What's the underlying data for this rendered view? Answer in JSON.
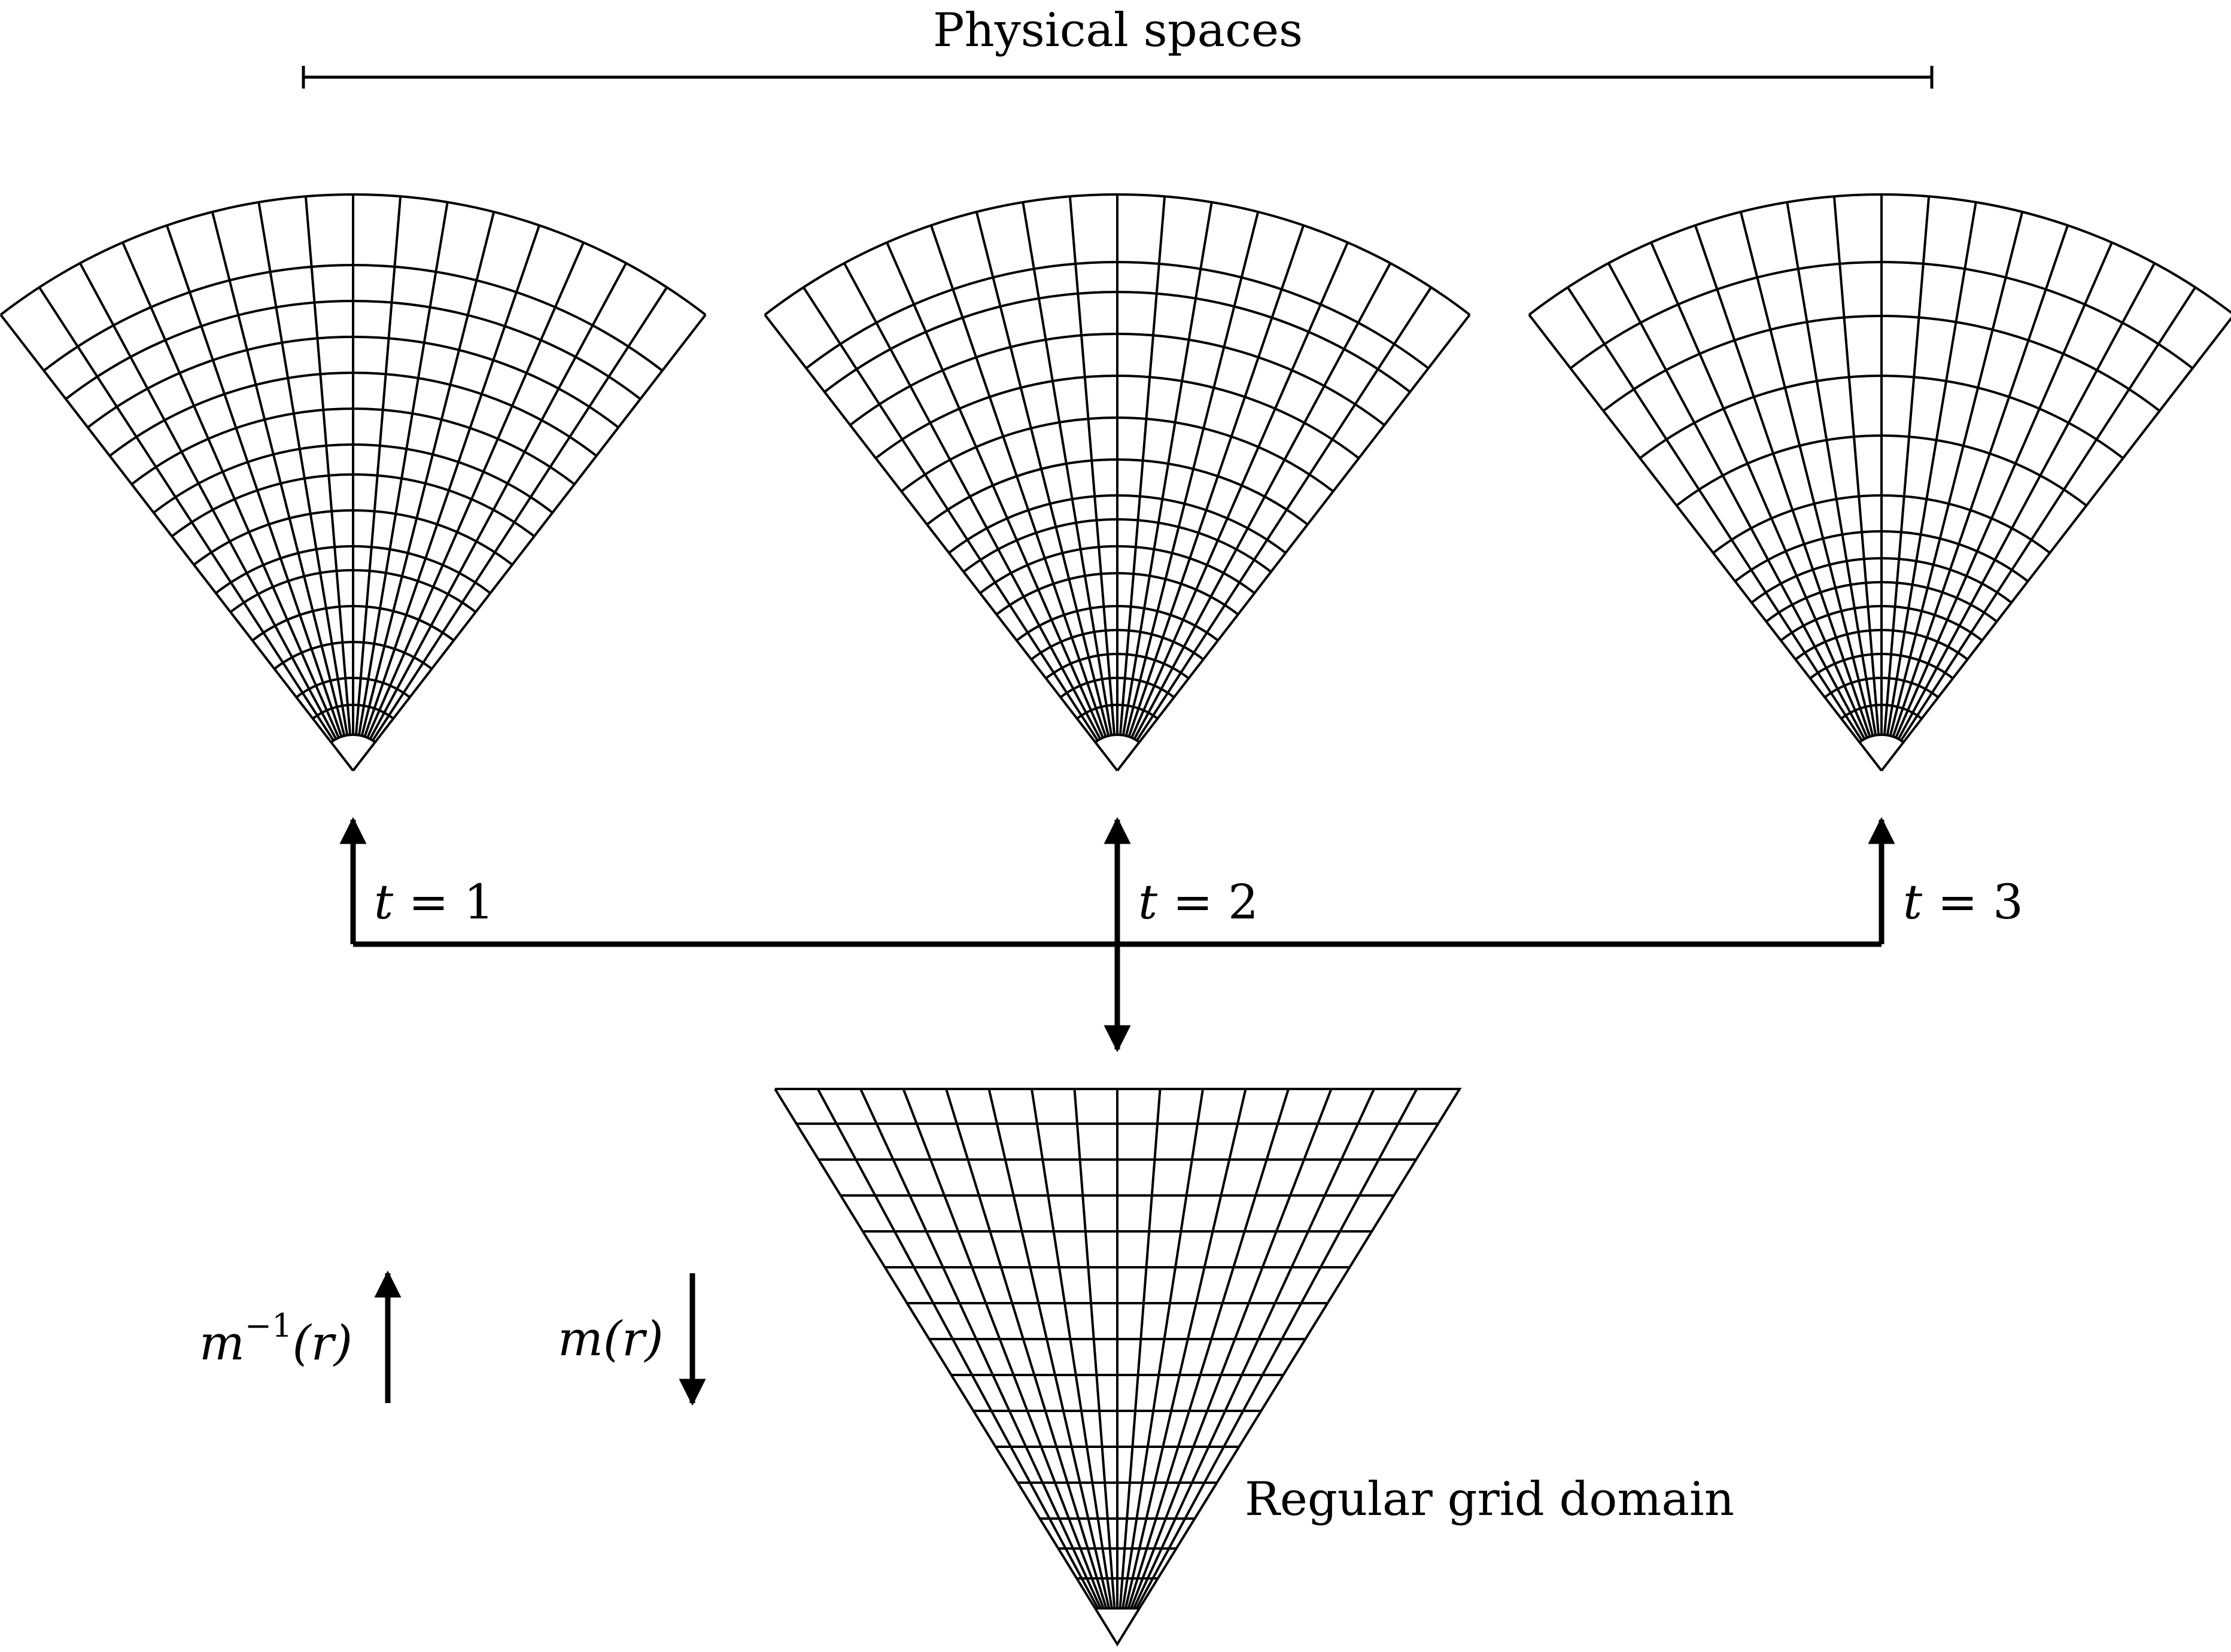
{
  "header": {
    "label": "Physical spaces"
  },
  "time_labels": [
    {
      "var": "t",
      "eq": " = ",
      "value": "1"
    },
    {
      "var": "t",
      "eq": " = ",
      "value": "2"
    },
    {
      "var": "t",
      "eq": " = ",
      "value": "3"
    }
  ],
  "regular_label": "Regular grid domain",
  "inverse_map": {
    "base": "m",
    "sup": "−1",
    "arg": "(r)"
  },
  "forward_map": {
    "base": "m",
    "arg": "(r)"
  },
  "colors": {
    "ink": "#000000",
    "background": "#ffffff"
  }
}
